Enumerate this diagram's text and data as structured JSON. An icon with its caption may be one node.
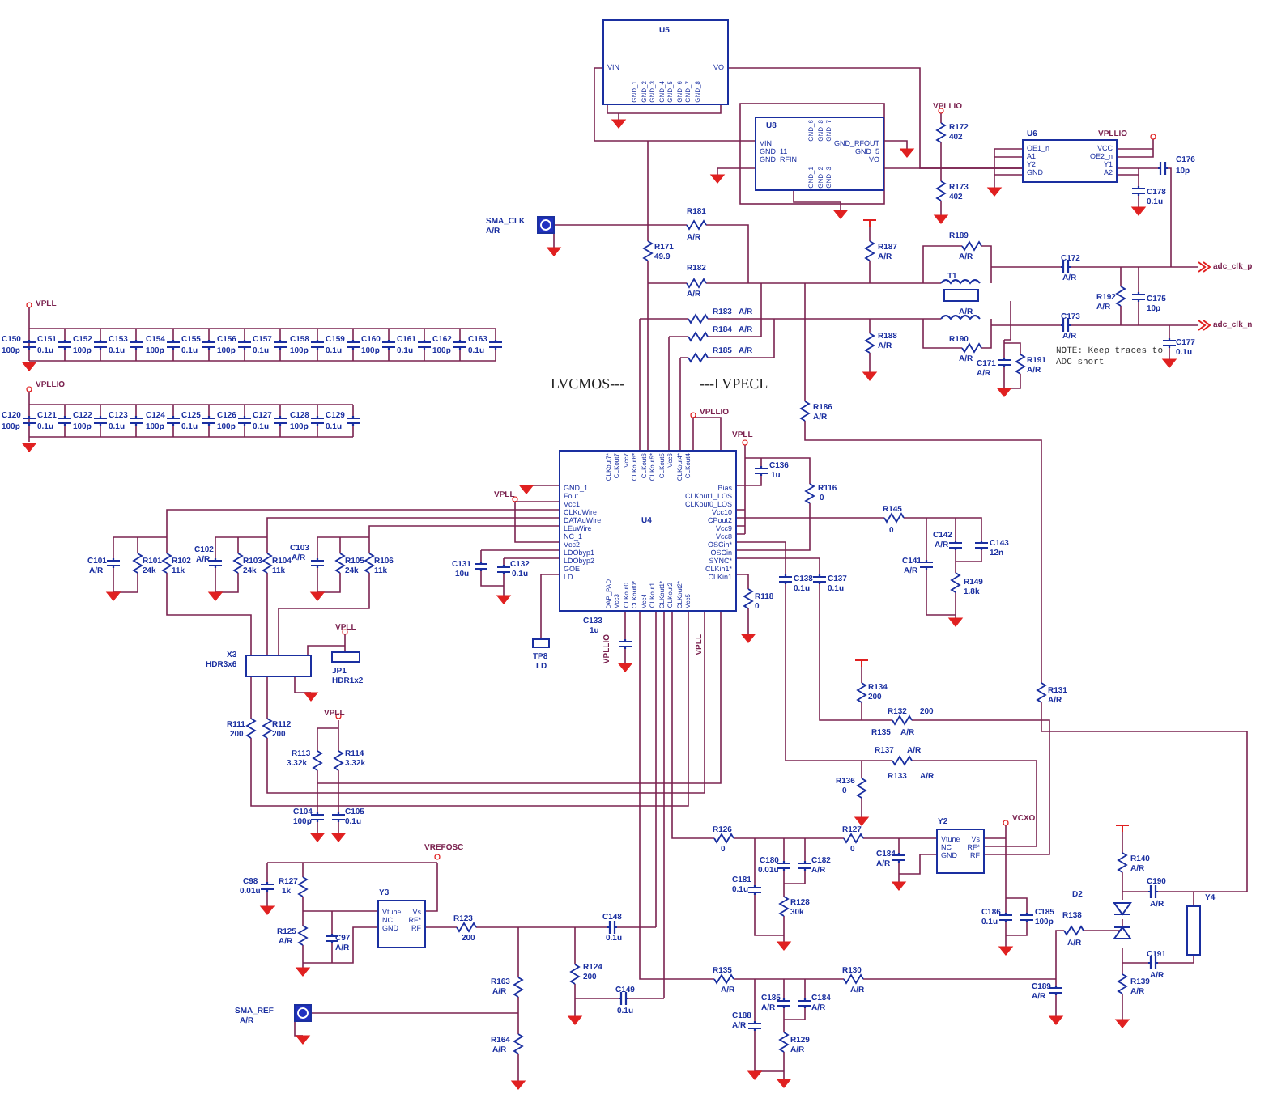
{
  "diagram": {
    "nodes": [
      {
        "text": [
          "U5",
          "VIN",
          "VO",
          "GND_1",
          "GND_2",
          "GND_3",
          "GND_4",
          "GND_5",
          "GND_6",
          "GND_7",
          "GND_8"
        ]
      },
      {
        "text": [
          "U8",
          "VIN",
          "GND_11",
          "GND_RFIN",
          "GND_RFOUT",
          "GND_5",
          "VO",
          "GND_1",
          "GND_2",
          "GND_3",
          "GND_6",
          "GND_8",
          "GND_7"
        ]
      },
      {
        "text": [
          "U6",
          "OE1_n",
          "A1",
          "Y2",
          "GND",
          "VCC",
          "OE2_n",
          "Y1",
          "A2"
        ]
      },
      {
        "text": [
          "U4",
          "GND_1",
          "Fout",
          "Vcc1",
          "CLKuWire",
          "DATAuWire",
          "LEuWire",
          "NC_1",
          "Vcc2",
          "LDObyp1",
          "LDObyp2",
          "GOE",
          "LD",
          "Bias",
          "CLKout1_LOS",
          "CLKout0_LOS",
          "Vcc10",
          "CPout2",
          "Vcc9",
          "Vcc8",
          "OSCin*",
          "OSCin",
          "SYNC*",
          "CLKin1*",
          "CLKin1",
          "DAP_PAD",
          "Vcc3",
          "CLKout0",
          "CLKout0*",
          "Vcc4",
          "CLKout1",
          "CLKout1*",
          "CLKout2",
          "CLKout2*",
          "Vcc5",
          "CLKout7*",
          "CLKout7",
          "Vcc7",
          "CLKout6*",
          "CLKout6",
          "CLKout5*",
          "CLKout5",
          "Vcc6",
          "CLKout4*",
          "CLKout4"
        ]
      },
      {
        "text": [
          "Y3",
          "Vtune",
          "NC",
          "GND",
          "Vs",
          "RF*",
          "RF"
        ]
      },
      {
        "text": [
          "Y2",
          "Vtune",
          "NC",
          "GND",
          "Vs",
          "RF*",
          "RF"
        ]
      }
    ],
    "edges": [
      {
        "from": 0,
        "to": 1,
        "arrow": "none"
      },
      {
        "from": 0,
        "to": 2,
        "arrow": "none"
      },
      {
        "from": 1,
        "to": 2,
        "arrow": "none"
      }
    ],
    "labels": [
      "SMA_CLK",
      "A/R",
      "R171",
      "49.9",
      "R181",
      "A/R",
      "R182",
      "A/R",
      "R183",
      "A/R",
      "R184",
      "A/R",
      "R185",
      "A/R",
      "R187",
      "A/R",
      "R188",
      "A/R",
      "R189",
      "A/R",
      "T1",
      "A/R",
      "R190",
      "A/R",
      "C172",
      "A/R",
      "C173",
      "A/R",
      "R192",
      "A/R",
      "C175",
      "10p",
      "C171",
      "A/R",
      "R191",
      "A/R",
      "NOTE: Keep traces to ADC short",
      "C177",
      "0.1u",
      "adc_clk_p",
      "adc_clk_n",
      "VPLLIO",
      "R172",
      "402",
      "R173",
      "402",
      "VPLLIO",
      "C176",
      "10p",
      "C178",
      "0.1u",
      "R186",
      "A/R",
      "LVCMOS---",
      "---LVPECL",
      "VPLL",
      "C150",
      "100p",
      "C151",
      "0.1u",
      "C152",
      "100p",
      "C153",
      "0.1u",
      "C154",
      "100p",
      "C155",
      "0.1u",
      "C156",
      "100p",
      "C157",
      "0.1u",
      "C158",
      "100p",
      "C159",
      "0.1u",
      "C160",
      "100p",
      "C161",
      "0.1u",
      "C162",
      "100p",
      "C163",
      "0.1u",
      "VPLLIO",
      "C120",
      "100p",
      "C121",
      "0.1u",
      "C122",
      "100p",
      "C123",
      "0.1u",
      "C124",
      "100p",
      "C125",
      "0.1u",
      "C126",
      "100p",
      "C127",
      "0.1u",
      "C128",
      "100p",
      "C129",
      "0.1u",
      "C101",
      "A/R",
      "R101",
      "24k",
      "R102",
      "11k",
      "C102",
      "A/R",
      "R103",
      "24k",
      "R104",
      "11k",
      "C103",
      "A/R",
      "R105",
      "24k",
      "R106",
      "11k",
      "X3",
      "HDR3x6",
      "JP1",
      "HDR1x2",
      "VPLL",
      "R111",
      "200",
      "R112",
      "200",
      "VPLL",
      "R113",
      "3.32k",
      "R114",
      "3.32k",
      "C104",
      "100p",
      "C105",
      "0.1u",
      "VPLL",
      "C131",
      "10u",
      "C132",
      "0.1u",
      "TP8",
      "LD",
      "VPLLIO",
      "VPLL",
      "C136",
      "1u",
      "R116",
      "0",
      "R145",
      "0",
      "C141",
      "A/R",
      "C142",
      "A/R",
      "C143",
      "12n",
      "R149",
      "1.8k",
      "C138",
      "0.1u",
      "C137",
      "0.1u",
      "R118",
      "0",
      "C133",
      "1u",
      "VPLLIO",
      "VPLL",
      "R134",
      "200",
      "R132",
      "200",
      "R135",
      "A/R",
      "R131",
      "A/R",
      "R137",
      "A/R",
      "R133",
      "A/R",
      "R136",
      "0",
      "VREFOSC",
      "C98",
      "0.01u",
      "R127",
      "1k",
      "R125",
      "A/R",
      "C97",
      "A/R",
      "R123",
      "200",
      "C148",
      "0.1u",
      "R163",
      "A/R",
      "R124",
      "200",
      "SMA_REF",
      "A/R",
      "C149",
      "0.1u",
      "R164",
      "A/R",
      "R126",
      "0",
      "R127",
      "0",
      "C180",
      "0.01u",
      "C182",
      "A/R",
      "C181",
      "0.1u",
      "R128",
      "30k",
      "C184",
      "A/R",
      "VCXO",
      "C186",
      "0.1u",
      "C185",
      "100p",
      "D2",
      "R138",
      "A/R",
      "R140",
      "A/R",
      "C190",
      "A/R",
      "Y4",
      "C191",
      "A/R",
      "R139",
      "A/R",
      "R135",
      "A/R",
      "R130",
      "A/R",
      "C189",
      "A/R",
      "C188",
      "A/R",
      "C185",
      "A/R",
      "C184",
      "A/R",
      "R129",
      "A/R"
    ]
  }
}
